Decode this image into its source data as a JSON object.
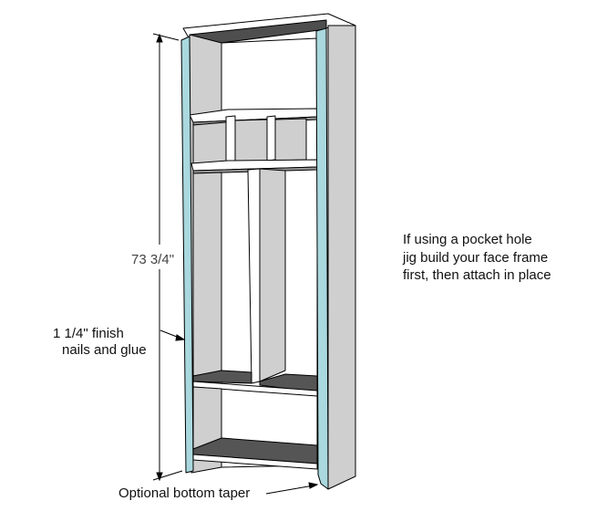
{
  "labels": {
    "height_dimension": "73 3/4\"",
    "nails_note_line1": "1 1/4\" finish",
    "nails_note_line2": "nails and glue",
    "pocket_note_line1": "If using a pocket hole",
    "pocket_note_line2": "jig build your face frame",
    "pocket_note_line3": "first, then attach in place",
    "taper_note": "Optional bottom taper"
  },
  "colors": {
    "face_frame": "#a9d8de",
    "panel_gray": "#cfcfcf",
    "dark_gray": "#555555",
    "outline": "#000000"
  }
}
